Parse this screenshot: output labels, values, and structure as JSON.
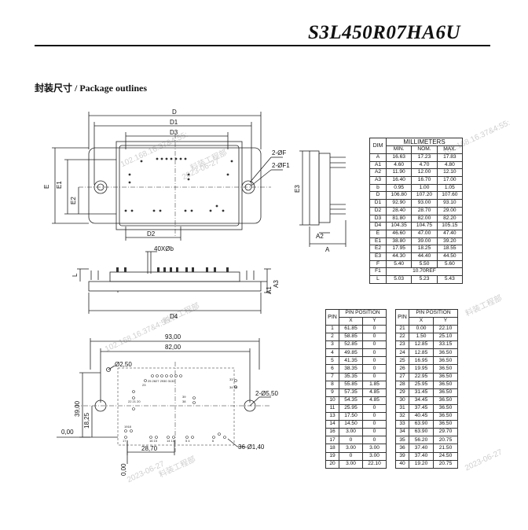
{
  "header": {
    "part_number": "S3L450R07HA6U",
    "section_title": "封装尺寸 / Package outlines"
  },
  "top_view": {
    "dims": {
      "D": "D",
      "D1": "D1",
      "D3": "D3",
      "D2": "D2",
      "E": "E",
      "E1": "E1",
      "E2": "E2",
      "E3": "E3",
      "A2": "A2",
      "A": "A",
      "F": "2-ØF",
      "F1": "2-ØF1"
    }
  },
  "side_view": {
    "pins": "40XØb",
    "L": "L",
    "A3": "A3",
    "A1": "A1",
    "D4": "D4"
  },
  "drill_view": {
    "width1": "93,00",
    "width2": "82,00",
    "hole_small": "Ø2,50",
    "holes_mount": "2-Ø5,50",
    "holes_pins": "36-Ø1,40",
    "dim_39": "39,00",
    "dim_18": "18,25",
    "zero_y": "0,00",
    "zero_x": "0,00",
    "dim_28": "28,70",
    "pin_labels": {
      "g1": "25 2827 2930 3132",
      "g1b": "23",
      "g2": "33",
      "g3": "34 35",
      "g4": "39",
      "g4b": "38",
      "g5": "22 21 20",
      "g6": "1918",
      "g7": "17",
      "g8": "16 15",
      "g9": "14 13",
      "g10": "12 11",
      "g11": "10 9",
      "g12": "8 7",
      "g13": "5 4",
      "g14": "6"
    }
  },
  "dim_table": {
    "title": "MILLIMETERS",
    "col_dim": "DIM",
    "cols": [
      "MIN.",
      "NOM.",
      "MAX."
    ],
    "rows": [
      [
        "A",
        "16.63",
        "17.23",
        "17.83"
      ],
      [
        "A1",
        "4.60",
        "4.70",
        "4.80"
      ],
      [
        "A2",
        "11.90",
        "12.00",
        "12.10"
      ],
      [
        "A3",
        "16.40",
        "16.70",
        "17.00"
      ],
      [
        "b",
        "0.95",
        "1.00",
        "1.05"
      ],
      [
        "D",
        "106.80",
        "107.20",
        "107.60"
      ],
      [
        "D1",
        "92.90",
        "93.00",
        "93.10"
      ],
      [
        "D2",
        "28.40",
        "28.70",
        "29.00"
      ],
      [
        "D3",
        "81.80",
        "82.00",
        "82.20"
      ],
      [
        "D4",
        "104.35",
        "104.75",
        "105.15"
      ],
      [
        "E",
        "46.60",
        "47.00",
        "47.40"
      ],
      [
        "E1",
        "38.80",
        "39.00",
        "39.20"
      ],
      [
        "E2",
        "17.95",
        "18.25",
        "18.55"
      ],
      [
        "E3",
        "44.30",
        "44.40",
        "44.50"
      ],
      [
        "F",
        "5.40",
        "5.50",
        "5.60"
      ],
      [
        "F1",
        "10.70REF"
      ],
      [
        "L",
        "5.03",
        "5.23",
        "5.43"
      ]
    ]
  },
  "pin_table": {
    "col_pin": "PIN",
    "col_pos": "PIN POSITION",
    "col_x": "X",
    "col_y": "Y",
    "left": [
      [
        "1",
        "61.85",
        "0"
      ],
      [
        "2",
        "58.85",
        "0"
      ],
      [
        "3",
        "52.85",
        "0"
      ],
      [
        "4",
        "49.85",
        "0"
      ],
      [
        "5",
        "41.35",
        "0"
      ],
      [
        "6",
        "38.35",
        "0"
      ],
      [
        "7",
        "35.35",
        "0"
      ],
      [
        "8",
        "55.85",
        "1.85"
      ],
      [
        "9",
        "57.35",
        "4.85"
      ],
      [
        "10",
        "54.35",
        "4.85"
      ],
      [
        "11",
        "25.95",
        "0"
      ],
      [
        "13",
        "17.50",
        "0"
      ],
      [
        "14",
        "14.50",
        "0"
      ],
      [
        "16",
        "3.00",
        "0"
      ],
      [
        "17",
        "0",
        "0"
      ],
      [
        "18",
        "3.00",
        "3.00"
      ],
      [
        "19",
        "0",
        "3.00"
      ],
      [
        "20",
        "3.00",
        "22.10"
      ]
    ],
    "right": [
      [
        "21",
        "0.00",
        "22.10"
      ],
      [
        "22",
        "1.50",
        "25.10"
      ],
      [
        "23",
        "12.85",
        "33.15"
      ],
      [
        "24",
        "12.85",
        "36.50"
      ],
      [
        "25",
        "16.95",
        "36.50"
      ],
      [
        "26",
        "19.95",
        "36.50"
      ],
      [
        "27",
        "22.95",
        "36.50"
      ],
      [
        "28",
        "25.95",
        "36.50"
      ],
      [
        "29",
        "31.45",
        "36.50"
      ],
      [
        "30",
        "34.45",
        "36.50"
      ],
      [
        "31",
        "37.45",
        "36.50"
      ],
      [
        "32",
        "40.45",
        "36.50"
      ],
      [
        "33",
        "63.90",
        "36.50"
      ],
      [
        "34",
        "63.90",
        "29.70"
      ],
      [
        "35",
        "56.20",
        "20.75"
      ],
      [
        "36",
        "37.40",
        "21.50"
      ],
      [
        "39",
        "37.40",
        "24.50"
      ],
      [
        "40",
        "19.20",
        "20.75"
      ]
    ]
  },
  "watermarks": [
    "102.168.16.37&4:55:",
    "料装工程部",
    "2023-06-27"
  ]
}
